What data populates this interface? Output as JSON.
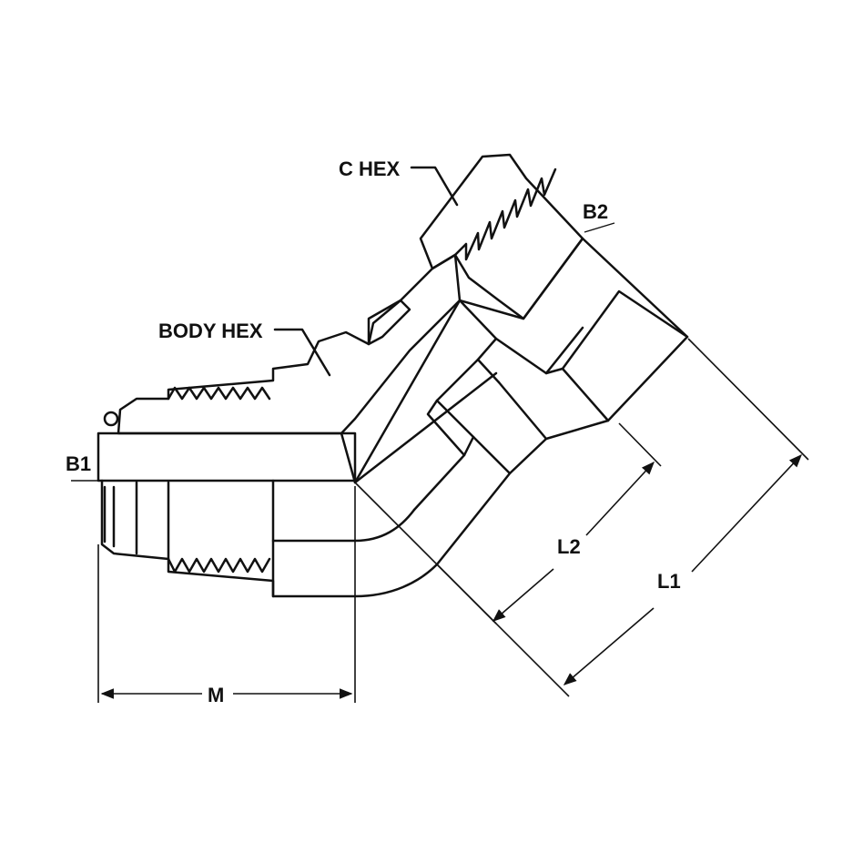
{
  "labels": {
    "c_hex": "C HEX",
    "body_hex": "BODY HEX",
    "b1": "B1",
    "b2": "B2",
    "l1": "L1",
    "l2": "L2",
    "m": "M"
  }
}
